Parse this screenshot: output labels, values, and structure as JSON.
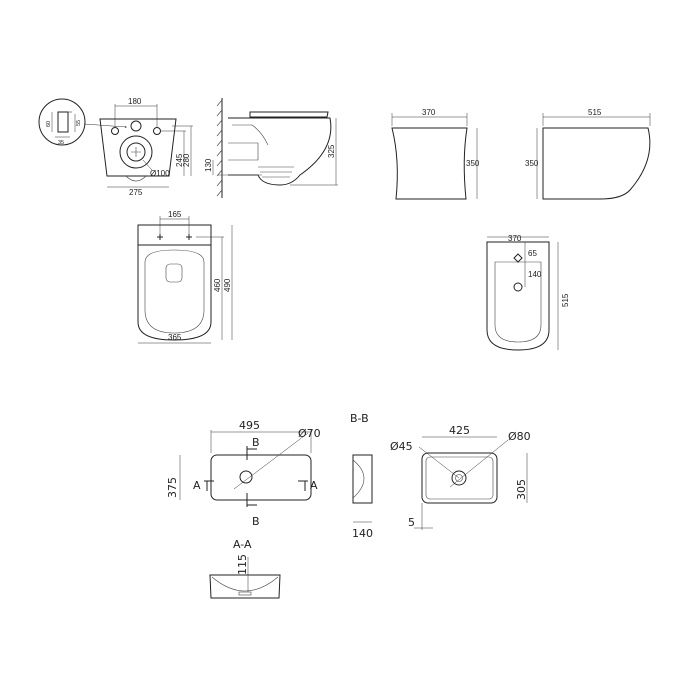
{
  "wall_hung_toilet": {
    "front_view": {
      "detail_60": "60",
      "detail_55": "55",
      "detail_35": "35",
      "hole_spacing": "180",
      "height_245": "245",
      "height_280": "280",
      "width": "275",
      "outlet_diameter": "Ø100"
    },
    "side_view": {
      "height_130": "130",
      "height_325": "325"
    },
    "top_view": {
      "hole_spacing": "165",
      "length_460": "460",
      "length_490": "490",
      "width": "365"
    }
  },
  "bidet": {
    "rear_view": {
      "width": "370",
      "height": "350"
    },
    "side_view": {
      "depth": "515",
      "height": "350"
    },
    "top_view": {
      "width": "370",
      "dim_65": "65",
      "dim_140": "140",
      "length": "515"
    }
  },
  "basin": {
    "top_view": {
      "width": "495",
      "depth": "375",
      "drain_diameter": "Ø70",
      "section_a": "A",
      "section_b": "B"
    },
    "section_bb": {
      "title": "B-B",
      "height": "140"
    },
    "inner_view": {
      "inner_width": "425",
      "inner_depth": "305",
      "overflow_diameter": "Ø45",
      "drain_diameter": "Ø80",
      "rim": "5"
    },
    "section_aa": {
      "title": "A-A",
      "depth": "115"
    }
  }
}
